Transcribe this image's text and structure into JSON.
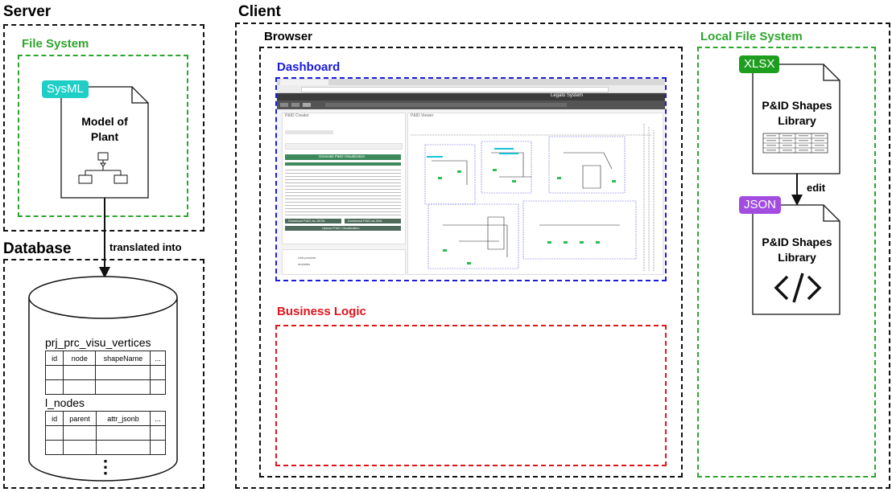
{
  "server": {
    "title": "Server"
  },
  "file_system": {
    "title": "File System"
  },
  "sysml": {
    "badge": "SysML",
    "badge_color": "#1fcfc6",
    "doc_label": "Model of Plant"
  },
  "edge": {
    "translated_label": "translated into",
    "edit_label": "edit"
  },
  "database": {
    "title": "Database",
    "tables": [
      {
        "name": "prj_prc_visu_vertices",
        "columns": [
          "id",
          "node",
          "shapeName",
          "..."
        ]
      },
      {
        "name": "l_nodes",
        "columns": [
          "id",
          "parent",
          "attr_jsonb",
          "..."
        ]
      }
    ],
    "more": "⋮"
  },
  "client": {
    "title": "Client"
  },
  "browser": {
    "title": "Browser"
  },
  "dashboard": {
    "title": "Dashboard",
    "color": "#1a1adb"
  },
  "business_logic": {
    "title": "Business Logic",
    "color": "#e0141b"
  },
  "local_fs": {
    "title": "Local File System",
    "color": "#2ea52e"
  },
  "xlsx": {
    "badge": "XLSX",
    "badge_color": "#1e9e1e",
    "doc_label": "P&ID Shapes Library"
  },
  "json": {
    "badge": "JSON",
    "badge_color": "#a24ce0",
    "doc_label": "P&ID Shapes Library"
  },
  "screenshot": {
    "panel_title": "P&ID Creator",
    "viewer_title": "P&ID Viewer",
    "brand": "Legato System",
    "buttons": [
      "Generate P&ID Visualization",
      "Download P&ID as JSON",
      "Download P&ID as XML",
      "Upload P&ID Visualization"
    ],
    "tree_items": [
      "Unit process",
      "modules"
    ]
  }
}
